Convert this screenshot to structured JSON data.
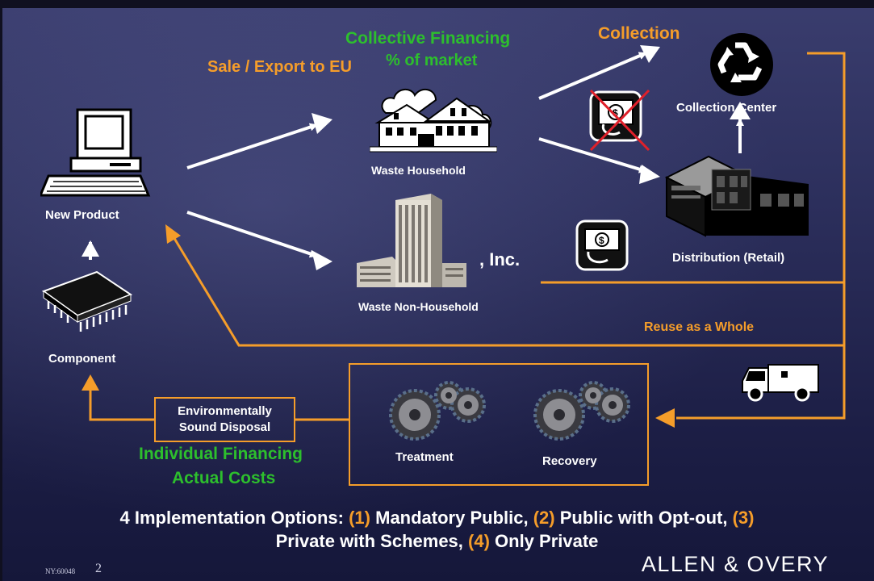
{
  "slide": {
    "sale_label": "Sale / Export to EU",
    "collective_financing": {
      "line1": "Collective Financing",
      "line2": "% of market"
    },
    "collection_label": "Collection",
    "new_product": "New Product",
    "component": "Component",
    "waste_household": "Waste Household",
    "waste_non_household": "Waste Non-Household",
    "inc_label": ", Inc.",
    "collection_center": "Collection Center",
    "distribution": "Distribution (Retail)",
    "reuse": "Reuse as a Whole",
    "disposal": {
      "line1": "Environmentally",
      "line2": "Sound Disposal"
    },
    "individual_financing": {
      "line1": "Individual Financing",
      "line2": "Actual Costs"
    },
    "treatment": "Treatment",
    "recovery": "Recovery",
    "options": {
      "prefix": "4 Implementation Options: ",
      "n1": "(1)",
      "t1": " Mandatory Public, ",
      "n2": "(2)",
      "t2": " Public with Opt-out, ",
      "n3": "(3)",
      "t3": "Private with Schemes, ",
      "n4": "(4)",
      "t4": " Only Private"
    },
    "brand": "ALLEN & OVERY",
    "footer_ref": "NY:60048",
    "page_number": "2"
  },
  "colors": {
    "orange": "#f59d2a",
    "green": "#2dbf2d",
    "white": "#ffffff",
    "background": "#2c2f5c"
  },
  "icons": [
    "computer-icon",
    "chip-icon",
    "house-icon",
    "office-building-icon",
    "recycle-icon",
    "store-icon",
    "no-money-icon",
    "money-hand-icon",
    "truck-icon",
    "gears-icon"
  ]
}
